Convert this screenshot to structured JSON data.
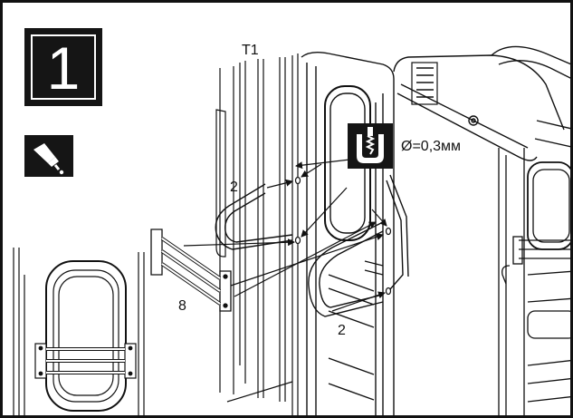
{
  "step": {
    "number": "1"
  },
  "labels": {
    "part_t1": "T1",
    "part_2_left": "2",
    "part_2_right": "2",
    "part_8": "8",
    "drill_spec": "Ø=0,3мм"
  },
  "icons": {
    "glue": "glue-tube-icon",
    "drill": "drill-bit-icon"
  },
  "colors": {
    "ink": "#111111",
    "paper": "#ffffff"
  }
}
